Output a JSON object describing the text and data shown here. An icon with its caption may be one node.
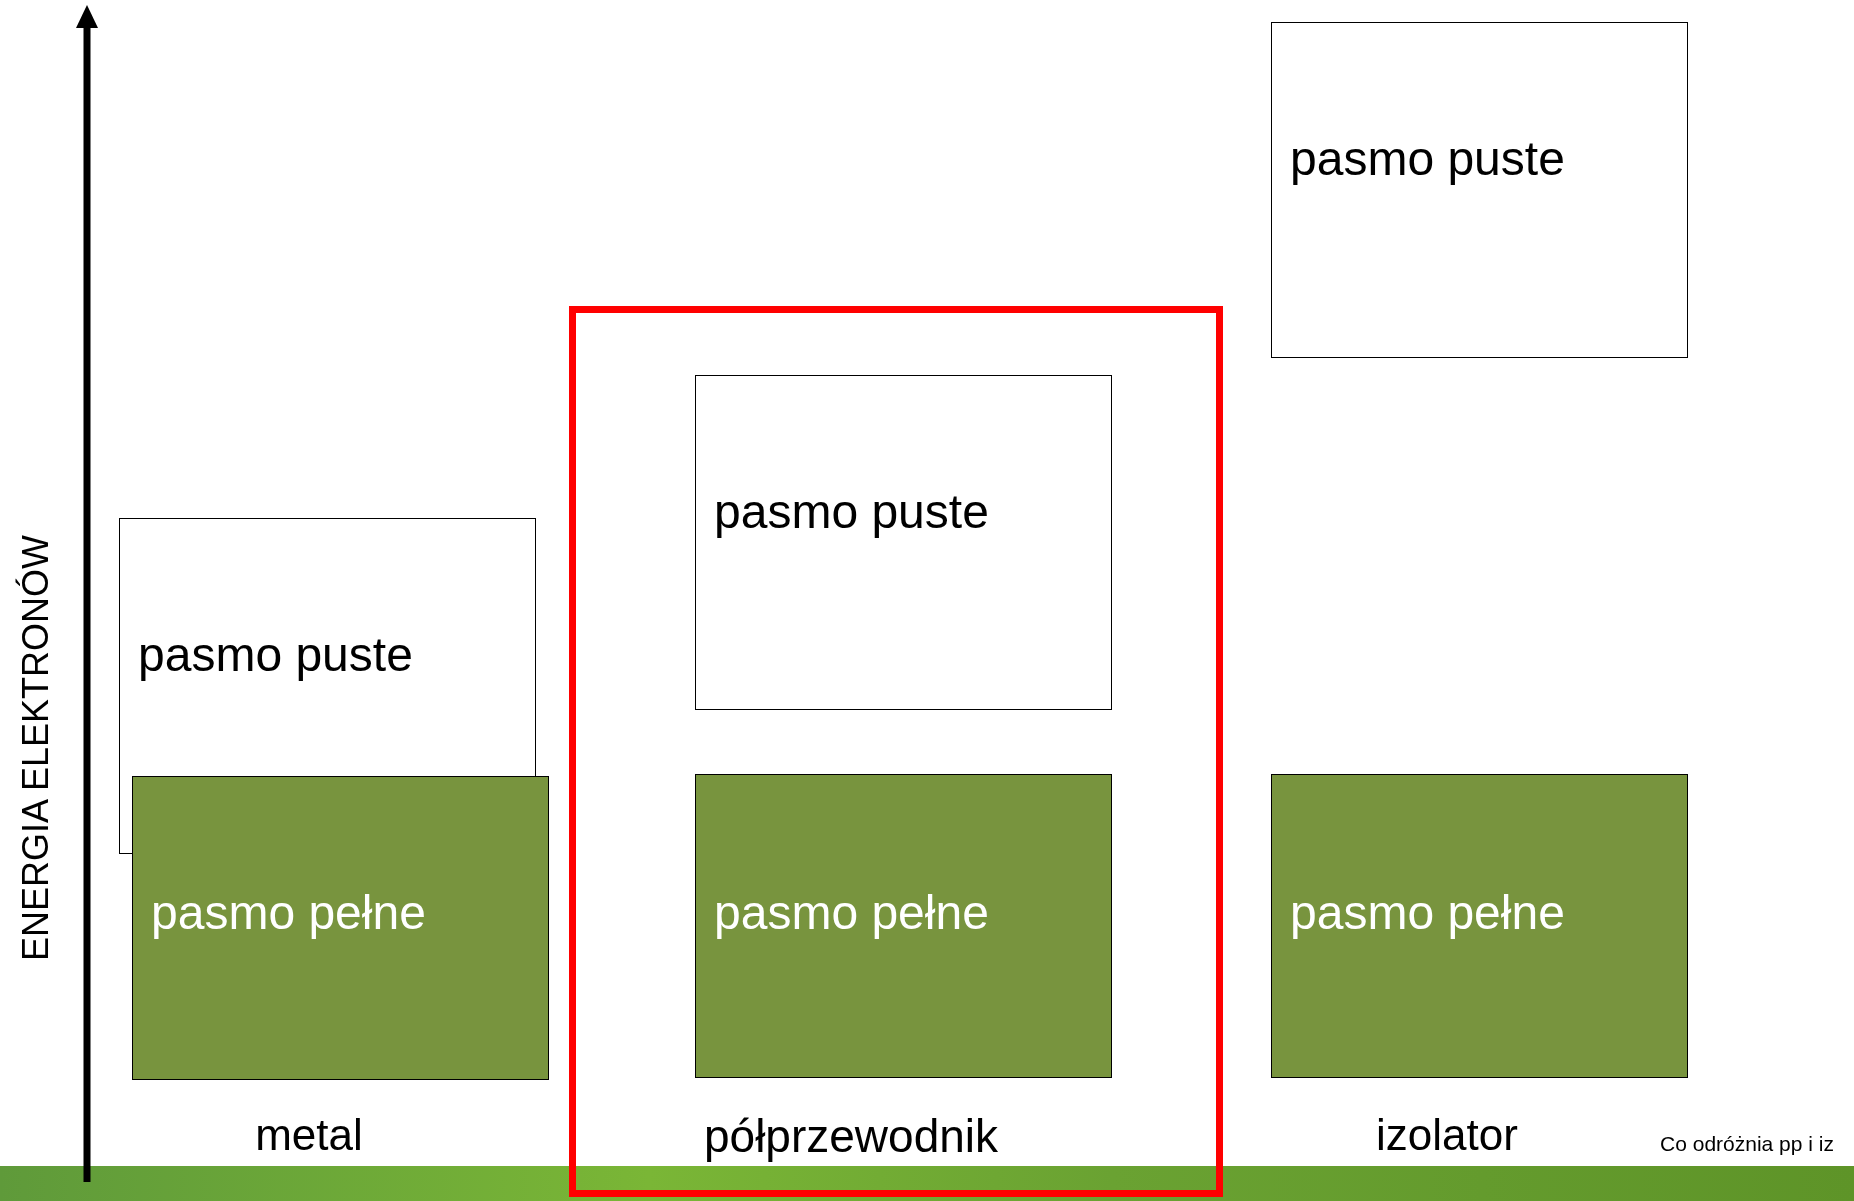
{
  "diagram": {
    "nodes": [
      {
        "text": [
          "pasmo puste"
        ]
      },
      {
        "text": [
          "pasmo pełne"
        ]
      },
      {
        "text": [
          "półprzewodnik"
        ]
      },
      {
        "text": [
          "pasmo puste"
        ],
        "in": 2
      },
      {
        "text": [
          "pasmo pełne"
        ],
        "in": 2
      },
      {
        "text": [
          "pasmo puste"
        ]
      },
      {
        "text": [
          "pasmo pełne"
        ]
      }
    ],
    "labels": [
      "ENERGIA ELEKTRONÓW",
      "metal",
      "izolator",
      "Co odróżnia pp i iz"
    ]
  }
}
